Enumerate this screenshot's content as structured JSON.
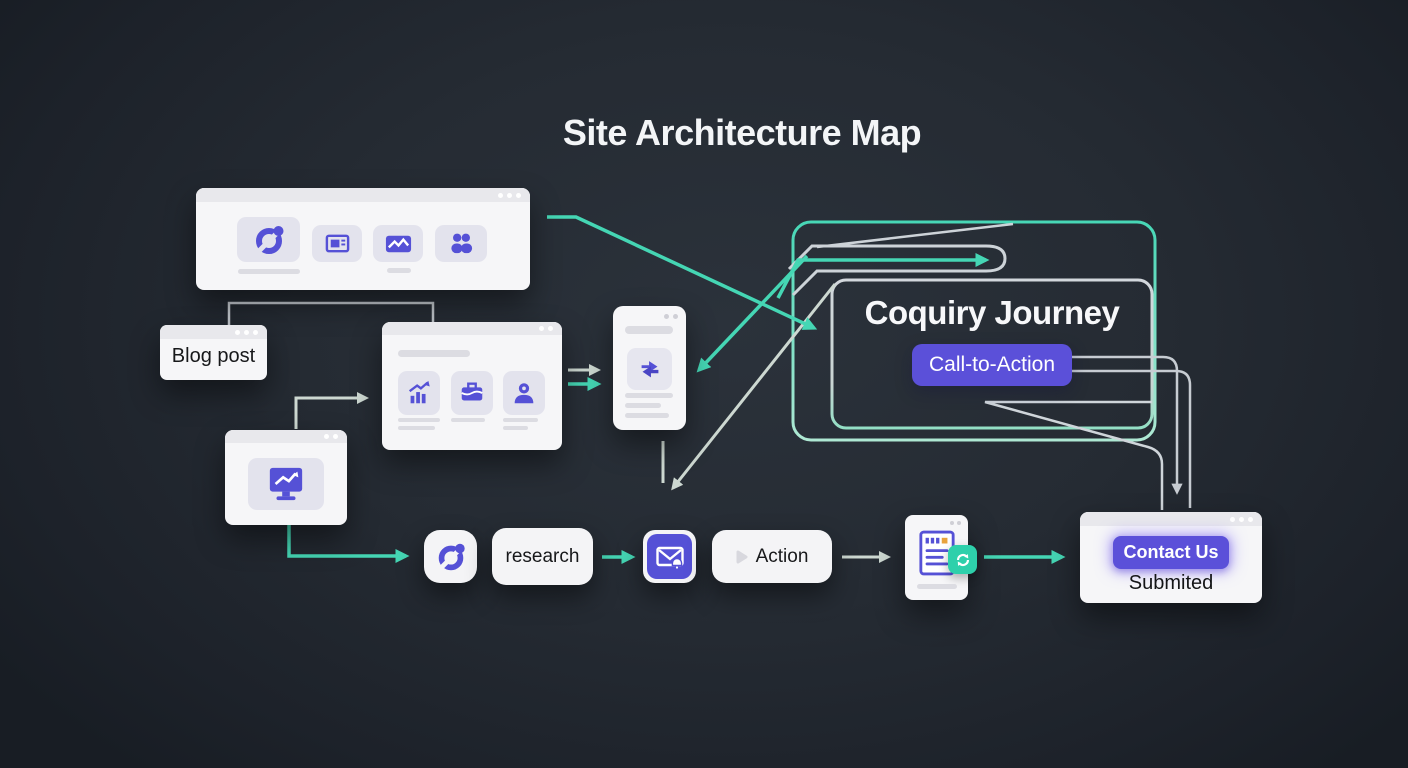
{
  "title": "Site Architecture Map",
  "journey": {
    "heading": "Coquiry Journey",
    "cta_label": "Call-to-Action"
  },
  "nodes": {
    "blog": {
      "label": "Blog post"
    },
    "research": {
      "label": "research"
    },
    "action": {
      "label": "Action"
    },
    "contact": {
      "button_label": "Contact Us",
      "status": "Submited"
    }
  },
  "colors": {
    "background": "#232930",
    "teal_arrow": "#45d6b4",
    "sage_arrow": "#cdd8d1",
    "gray_line": "#c7ccd2",
    "icon_indigo": "#5551d6",
    "cta_purple": "#5b50d9",
    "card_white": "#f6f6f8"
  },
  "icons": [
    "orbit-icon",
    "news-icon",
    "image-icon",
    "users-icon",
    "bar-chart-icon",
    "briefcase-icon",
    "profile-icon",
    "monitor-chart-icon",
    "swap-icon",
    "loop-icon",
    "mail-notification-icon",
    "cursor-icon",
    "document-icon",
    "sync-badge-icon"
  ]
}
